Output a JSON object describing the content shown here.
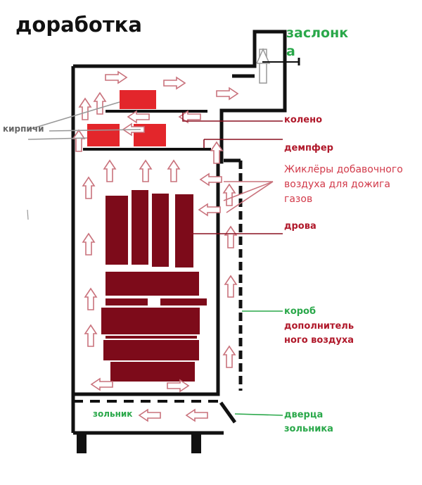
{
  "title": "доработка",
  "labels": {
    "zaslonka_1": "заслонк",
    "zaslonka_2": "а",
    "kirpichi": "кирпичи",
    "koleno": "колено",
    "dempfer": "демпфер",
    "zhiklery_1": "Жиклёры добавочного",
    "zhiklery_2": "воздуха для дожига",
    "zhiklery_3": "газов",
    "drova": "дрова",
    "korob_1": "короб",
    "korob_2": "дополнитель",
    "korob_3": "ного воздуха",
    "zolnik": "зольник",
    "dvertsa_1": "дверца",
    "dvertsa_2": "зольника"
  },
  "colors": {
    "outline": "#111111",
    "brick": "#e3262b",
    "wood": "#7d0b1a",
    "arrow_stroke": "#c9727c",
    "label_green": "#2aa84a",
    "label_red": "#b0182a",
    "label_pink": "#d23a4a",
    "label_gray": "#666666"
  }
}
